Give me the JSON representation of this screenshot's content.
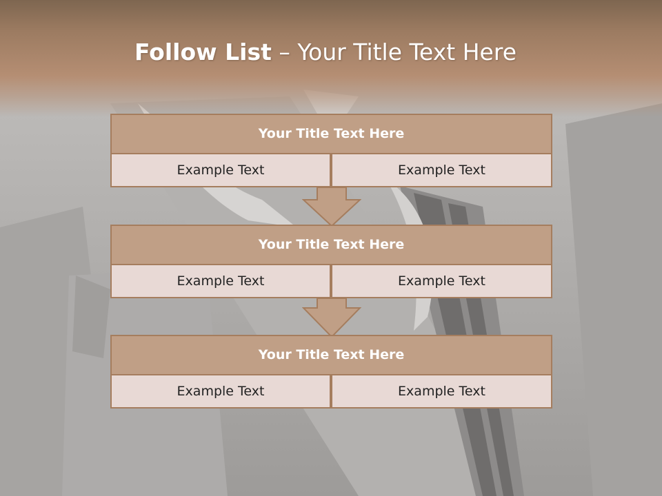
{
  "slide": {
    "title_bold": "Follow List",
    "title_separator": " – ",
    "title_rest": "Your Title Text Here"
  },
  "steps": [
    {
      "title": "Your Title Text Here",
      "left_text": "Example Text",
      "right_text": "Example Text"
    },
    {
      "title": "Your Title Text Here",
      "left_text": "Example Text",
      "right_text": "Example Text"
    },
    {
      "title": "Your Title Text Here",
      "left_text": "Example Text",
      "right_text": "Example Text"
    }
  ],
  "colors": {
    "header_band": "#9c7b61",
    "card_title_fill": "#c09f86",
    "card_border": "#a57d5e",
    "cell_fill": "#e8d9d5",
    "arrow_fill": "#c09f86"
  }
}
